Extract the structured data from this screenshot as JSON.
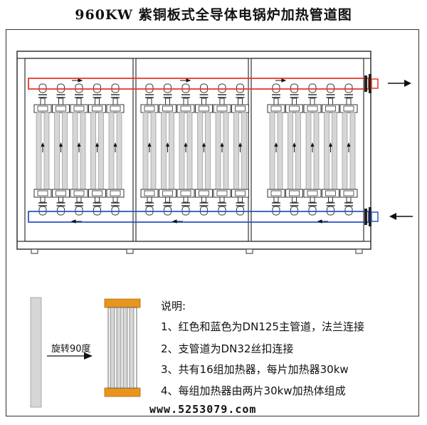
{
  "title": "960KW 紫铜板式全导体电锅炉加热管道图",
  "notes": {
    "heading": "说明:",
    "items": [
      "1、红色和蓝色为DN125主管道，法兰连接",
      "2、支管道为DN32丝扣连接",
      "3、共有16组加热器，每片加热器30kw",
      "4、每组加热器由两片30kw加热体组成"
    ]
  },
  "rotate_label": "旋转90度",
  "website": "www.5253079.com",
  "colors": {
    "hot_pipe": "#e8392b",
    "cold_pipe": "#2f56c8",
    "heater_flange": "#e8951d",
    "outline": "#333333",
    "heater_body": "#d6d6d6"
  },
  "icons": {
    "outlet": "arrow-right-icon",
    "inlet": "arrow-left-icon",
    "flow_up": "arrow-up-icon",
    "rotate": "arrow-right-icon"
  },
  "heater_groups": [
    5,
    6,
    5
  ]
}
